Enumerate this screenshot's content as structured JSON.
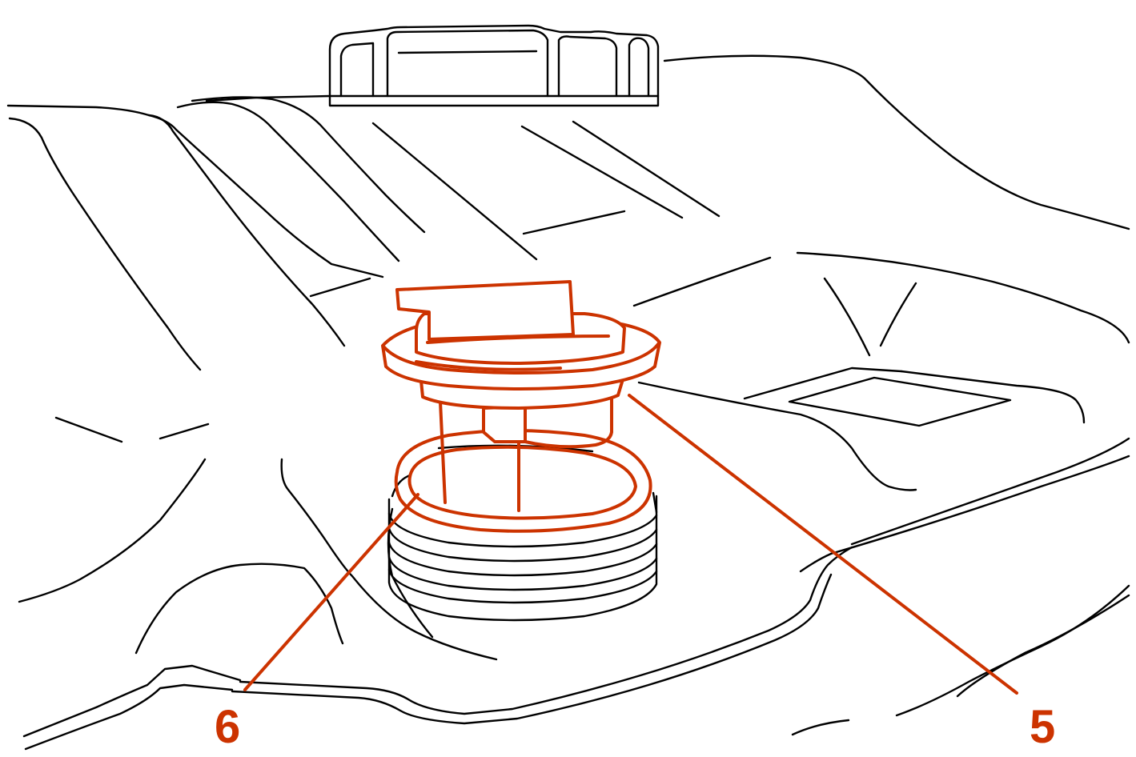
{
  "colors": {
    "line_art": "#000000",
    "highlight": "#cc3300",
    "background": "#ffffff"
  },
  "callouts": [
    {
      "id": "6",
      "label": "6"
    },
    {
      "id": "5",
      "label": "5"
    }
  ]
}
